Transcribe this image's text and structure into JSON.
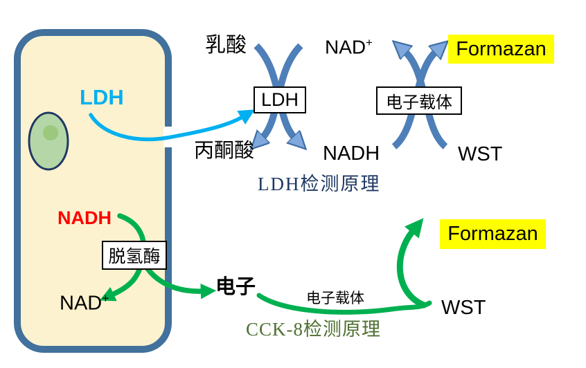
{
  "colors": {
    "cell_fill": "#FDF2CF",
    "membrane_blue": "#41719C",
    "nucleus_fill": "#B5D6A7",
    "nucleus_stroke": "#1F3864",
    "nucleolus_green": "#9CC87E",
    "cyan_accent": "#00B0F0",
    "red_accent": "#FF0000",
    "green_accent": "#00B050",
    "steel_blue_arrow": "#4E7FB8",
    "arrowhead_light_blue": "#7FA8DC",
    "highlight_yellow": "#FFFF00",
    "ldh_caption_navy": "#1F3864",
    "cck8_caption_green": "#4E7031"
  },
  "cell": {
    "ldh_label": "LDH",
    "nadh_label": "NADH",
    "dehydrogenase_box_label": "脱氢酶",
    "nad_base": "NAD",
    "nad_sup": "+"
  },
  "ldh_assay": {
    "lactate_label": "乳酸",
    "nad_base": "NAD",
    "nad_sup": "+",
    "pyruvate_label": "丙酮酸",
    "nadh_label": "NADH",
    "enzyme_box_label": "LDH",
    "carrier_box_label": "电子载体",
    "formazan_label": "Formazan",
    "wst_label": "WST",
    "caption": "LDH检测原理"
  },
  "cck8_assay": {
    "electron_label": "电子",
    "carrier_label": "电子载体",
    "formazan_label": "Formazan",
    "wst_label": "WST",
    "caption": "CCK-8检测原理"
  }
}
